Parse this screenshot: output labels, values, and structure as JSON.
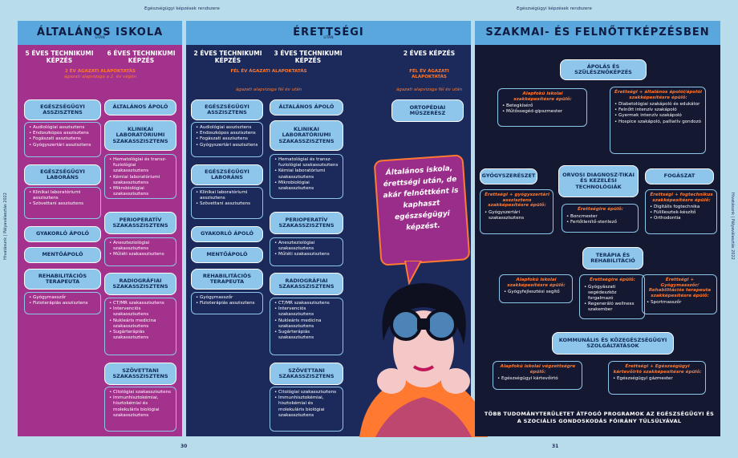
{
  "header": {
    "left": "Egészségügyi képzések rendszere",
    "right": "Egészségügyi képzések rendszere"
  },
  "pages": {
    "left_num": "30",
    "right_num": "31"
  },
  "side": {
    "left": "Hivatásunk | Pályaválasztás 2022",
    "right": "Hivatásunk | Pályaválasztás 2022"
  },
  "colors": {
    "purple": "#a3328c",
    "navy": "#1b2a5a",
    "dark": "#141830",
    "lightblue": "#8ec5ea",
    "orange": "#ff7a30",
    "bg": "#b9dcea"
  },
  "col1": {
    "title": "ÁLTALÁNOS ISKOLA",
    "sub": "UTÁN",
    "h5": "5 ÉVES TECHNIKUMI KÉPZÉS",
    "h6": "6 ÉVES TECHNIKUMI KÉPZÉS",
    "note": "2 ÉV ÁGAZATI ALAPOKTATÁS",
    "note2": "ágazati alapvizsga a 2. év végén",
    "left": [
      {
        "title": "EGÉSZSÉGÜGYI ASSZISZTENS",
        "items": [
          "Audiológiai asszisztens",
          "Endoszkópos asszisztens",
          "Fogászati asszisztens",
          "Gyógyszertári asszisztens"
        ]
      },
      {
        "title": "EGÉSZSÉGÜGYI LABORÁNS",
        "items": [
          "Klinikai laboratóriumi asszisztens",
          "Szövettani asszisztens"
        ]
      },
      {
        "title": "GYAKORLÓ ÁPOLÓ",
        "items": []
      },
      {
        "title": "MENTŐÁPOLÓ",
        "items": []
      },
      {
        "title": "REHABILITÁCIÓS TERAPEUTA",
        "items": [
          "Gyógymasszőr",
          "Fizioterápiás asszisztens"
        ]
      }
    ],
    "right": [
      {
        "title": "ÁLTALÁNOS ÁPOLÓ",
        "items": []
      },
      {
        "title": "KLINIKAI LABORATÓRIUMI SZAKASSZISZTENS",
        "items": [
          "Hematológiai és transz-fuziológiai szakasszisztens",
          "Kémiai laboratóriumi szakasszisztens",
          "Mikrobiológiai szakasszisztens"
        ]
      },
      {
        "title": "PERIOPERATÍV SZAKASSZISZTENS",
        "items": [
          "Aneszteziológiai szakasszisztens",
          "Műtéti szakasszisztens"
        ]
      },
      {
        "title": "RADIOGRÁFIAI SZAKASSZISZTENS",
        "items": [
          "CT/MR szakasszisztens",
          "Intervenciós szakasszisztens",
          "Nukleáris medicina szakasszisztens",
          "Sugárterápiás szakasszisztens"
        ]
      },
      {
        "title": "SZÖVETTANI SZAKASSZISZTENS",
        "items": [
          "Citológiai szakasszisztens",
          "Immunhisztokémiai, hisztokémiai és molekuláris biológiai szakasszisztens"
        ]
      }
    ]
  },
  "col2": {
    "title": "ÉRETTSÉGI",
    "sub": "UTÁN",
    "h2": "2 ÉVES TECHNIKUMI KÉPZÉS",
    "h3": "3 ÉVES TECHNIKUMI KÉPZÉS",
    "h2b": "2 ÉVES KÉPZÉS",
    "note": "FÉL ÉV ÁGAZATI ALAPOKTATÁS",
    "note2": "ágazati alapvizsga fél év után",
    "noteb": "FÉL ÉV ÁGAZATI ALAPOKTATÁS",
    "noteb2": "ágazati alapvizsga fél év után",
    "ortho": "ORTOPÉDIAI MŰSZERÉSZ",
    "callout": "Általános iskola, érettségi után, de akár felnőttként is kaphaszt egészségügyi képzést."
  },
  "col3": {
    "title": "SZAKMAI- ÉS FELNŐTTKÉPZÉSBEN",
    "apolas": "ÁPOLÁS ÉS SZÜLÉSZNŐKÉPZÉS",
    "apolas_left_hdr": "Alapfokú iskolai szakképesítésre épülő:",
    "apolas_left": [
      "Betegkísérő",
      "Műtőssegéd-gipszmester"
    ],
    "apolas_right_hdr": "Érettségi + általános ápolói/ápolói szakképesítésre épülő:",
    "apolas_right": [
      "Diabetológiai szakápoló és edukátor",
      "Felnőtt intenzív szakápoló",
      "Gyermek intenzív szakápoló",
      "Hospice szakápoló, palliatív gondozó"
    ],
    "gyogysz": "GYÓGYSZERÉSZET",
    "gyogysz_hdr": "Érettségi + gyógyszertári asszisztens szakképesítésre épülő:",
    "gyogysz_items": [
      "Gyógyszertári szakasszisztens"
    ],
    "orvosi": "ORVOSI DIAGNOSZ-TIKAI ÉS KEZELÉSI TECHNOLÓGIÁK",
    "orvosi_hdr": "Érettségire épülő:",
    "orvosi_items": [
      "Boncmester",
      "Fertőtlenítő-sterilező"
    ],
    "fogaszat": "FOGÁSZAT",
    "fogaszat_hdr": "Érettségi + fogtechnikus szakképesítésre épülő:",
    "fogaszat_items": [
      "Digitális fogtechnika",
      "Fülillesztek-készítő",
      "Orthodontia"
    ],
    "terapia": "TERÁPIA ÉS REHABILITÁCIÓ",
    "ter1_hdr": "Alapfokú iskolai szakképesítésre épülő:",
    "ter1_items": [
      "Gyógyfejlesztési segítő"
    ],
    "ter2_hdr": "Érettségire épülő:",
    "ter2_items": [
      "Gyógyászati segédeszköz forgalmazó",
      "Regeneráló wellness szakember"
    ],
    "ter3_hdr": "Érettségi + Gyógymasszőr/ Rehabilitációs terapeuta szakképesítésre épülő:",
    "ter3_items": [
      "Sportmasszőr"
    ],
    "kozeg": "KOMMUNÁLIS ÉS KÖZEGÉSZSÉGÜGYI SZOLGÁLTATÁSOK",
    "kozeg1_hdr": "Alapfokú iskolai végzettségre épülő:",
    "kozeg1_items": [
      "Egészségügyi kártevőirtó"
    ],
    "kozeg2_hdr": "Érettségi + Egészségügyi kártevőirtó szakképesítésre épülő:",
    "kozeg2_items": [
      "Egészségügyi gázmester"
    ],
    "footer": "TÖBB TUDOMÁNYTERÜLETET ÁTFOGÓ PROGRAMOK AZ EGÉSZSÉGÜGYI ÉS A SZOCIÁLIS GONDOSKODÁS FÓIRÁNY TÚLSÚLYÁVAL"
  }
}
